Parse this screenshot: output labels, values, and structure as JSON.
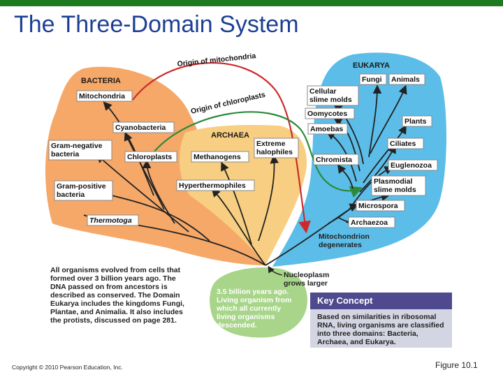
{
  "slide": {
    "title": "The Three-Domain System",
    "copyright": "Copyright © 2010 Pearson Education, Inc.",
    "figure": "Figure 10.1"
  },
  "colors": {
    "top_bar": "#1e7a1e",
    "title": "#1c3f94",
    "bacteria_region": "#f5a868",
    "archaea_region": "#f8cf82",
    "eukarya_region": "#5bbde8",
    "origin_region": "#a8d58a",
    "mitochondria_arrow": "#cc2a2a",
    "chloroplast_arrow": "#2a8a3a",
    "key_header": "#4f4a8e",
    "key_body": "#d4d5e3"
  },
  "domains": {
    "bacteria": "BACTERIA",
    "archaea": "ARCHAEA",
    "eukarya": "EUKARYA"
  },
  "arrows": {
    "mitochondria": "Origin of mitochondria",
    "chloroplasts": "Origin of chloroplasts"
  },
  "bacteria_groups": {
    "mitochondria": "Mitochondria",
    "cyanobacteria": "Cyanobacteria",
    "gram_negative_1": "Gram-negative",
    "gram_negative_2": "bacteria",
    "chloroplasts": "Chloroplasts",
    "gram_positive_1": "Gram-positive",
    "gram_positive_2": "bacteria",
    "thermotoga": "Thermotoga"
  },
  "archaea_groups": {
    "methanogens": "Methanogens",
    "extreme_1": "Extreme",
    "extreme_2": "halophiles",
    "hyperthermophiles": "Hyperthermophiles"
  },
  "eukarya_groups": {
    "fungi": "Fungi",
    "animals": "Animals",
    "cellular_1": "Cellular",
    "cellular_2": "slime molds",
    "oomycotes": "Oomycotes",
    "plants": "Plants",
    "amoebas": "Amoebas",
    "ciliates": "Ciliates",
    "chromista": "Chromista",
    "euglenozoa": "Euglenozoa",
    "plasmodial_1": "Plasmodial",
    "plasmodial_2": "slime molds",
    "microspora": "Microspora",
    "archaezoa": "Archaezoa"
  },
  "annotations": {
    "mito_deg_1": "Mitochondrion",
    "mito_deg_2": "degenerates",
    "nucleo_1": "Nucleoplasm",
    "nucleo_2": "grows larger"
  },
  "description_lines": [
    "All organisms evolved from cells that",
    "formed over 3 billion years ago. The",
    "DNA passed on from ancestors is",
    "described as conserved. The Domain",
    "Eukarya includes the kingdoms Fungi,",
    "Plantae, and Animalia. It also includes",
    "the protists, discussed on page 281."
  ],
  "origin_lines": [
    "3.5 billion years ago.",
    "Living organism from",
    "which all currently",
    "living organisms",
    "descended."
  ],
  "key_concept": {
    "title": "Key Concept",
    "text": "Based on similarities in ribosomal RNA, living organisms are classified into three domains: Bacteria, Archaea, and Eukarya."
  }
}
